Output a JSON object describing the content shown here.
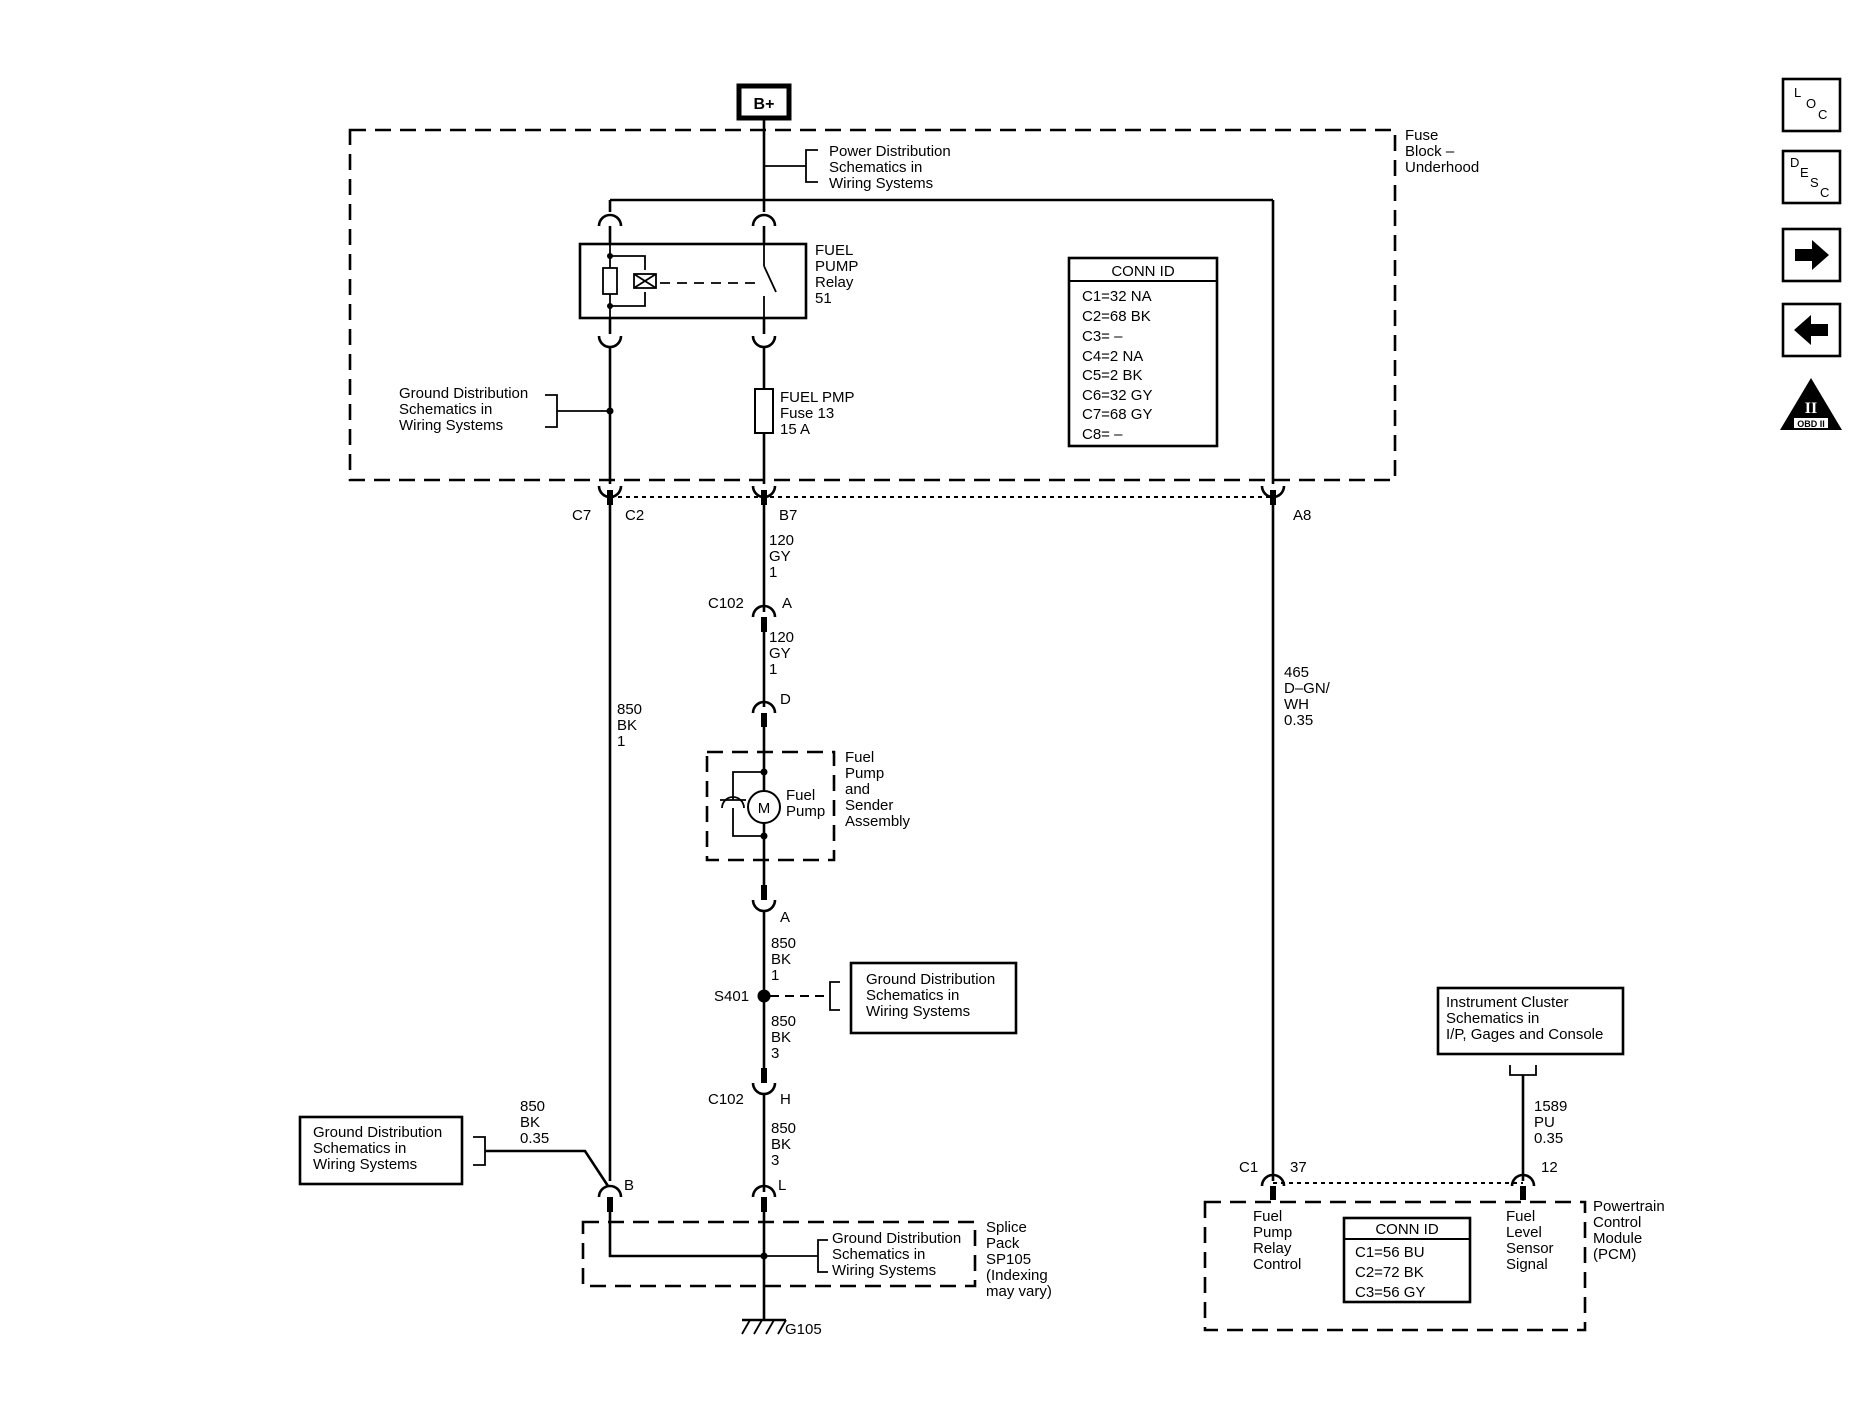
{
  "power_source": "B+",
  "fuse_block": {
    "label_lines": [
      "Fuse",
      "Block –",
      "Underhood"
    ],
    "power_dist_ref": [
      "Power Distribution",
      "Schematics in",
      "Wiring Systems"
    ],
    "ground_dist_ref": [
      "Ground Distribution",
      "Schematics in",
      "Wiring Systems"
    ],
    "relay": [
      "FUEL",
      "PUMP",
      "Relay",
      "51"
    ],
    "fuse": [
      "FUEL PMP",
      "Fuse 13",
      "15 A"
    ],
    "conn_id": {
      "title": "CONN ID",
      "rows": [
        "C1=32 NA",
        "C2=68 BK",
        "C3= –",
        "C4=2 NA",
        "C5=2 BK",
        "C6=32 GY",
        "C7=68 GY",
        "C8= –"
      ]
    },
    "pins": {
      "left_connector": "C7",
      "left_pin": "C2",
      "center": "B7",
      "right": "A8"
    }
  },
  "wires": {
    "fuse_out": [
      "120",
      "GY",
      "1"
    ],
    "c102_a_out": [
      "120",
      "GY",
      "1"
    ],
    "ground_left": [
      "850",
      "BK",
      "1"
    ],
    "relay_ctrl": [
      "465",
      "D–GN/",
      "WH",
      "0.35"
    ],
    "pump_out": [
      "850",
      "BK",
      "1"
    ],
    "s401_out": [
      "850",
      "BK",
      "3"
    ],
    "c102_h_out": [
      "850",
      "BK",
      "3"
    ],
    "ground_branch": [
      "850",
      "BK",
      "0.35"
    ],
    "cluster_signal": [
      "1589",
      "PU",
      "0.35"
    ]
  },
  "connectors": {
    "c102_top": {
      "name": "C102",
      "pin": "A"
    },
    "pump_in": {
      "pin": "D"
    },
    "pump_out": {
      "pin": "A"
    },
    "c102_bottom": {
      "name": "C102",
      "pin": "H"
    },
    "splice_left": {
      "pin": "B"
    },
    "splice_center": {
      "pin": "L"
    }
  },
  "fuel_pump_assembly": {
    "label": [
      "Fuel",
      "Pump",
      "and",
      "Sender",
      "Assembly"
    ],
    "motor_symbol": "M",
    "motor_label": [
      "Fuel",
      "Pump"
    ]
  },
  "splice_s401": {
    "name": "S401",
    "ground_ref": [
      "Ground Distribution",
      "Schematics in",
      "Wiring Systems"
    ]
  },
  "left_ground_ref": [
    "Ground Distribution",
    "Schematics in",
    "Wiring Systems"
  ],
  "splice_pack": {
    "label": [
      "Splice",
      "Pack",
      "SP105",
      "(Indexing",
      "may vary)"
    ],
    "ground_ref": [
      "Ground Distribution",
      "Schematics in",
      "Wiring Systems"
    ]
  },
  "ground": {
    "name": "G105"
  },
  "cluster_ref": [
    "Instrument Cluster",
    "Schematics in",
    "I/P, Gages and Console"
  ],
  "pcm": {
    "label": [
      "Powertrain",
      "Control",
      "Module",
      "(PCM)"
    ],
    "connector": "C1",
    "pin_relay": "37",
    "pin_fuel_level": "12",
    "relay_ctrl_label": [
      "Fuel",
      "Pump",
      "Relay",
      "Control"
    ],
    "fuel_level_label": [
      "Fuel",
      "Level",
      "Sensor",
      "Signal"
    ],
    "conn_id": {
      "title": "CONN ID",
      "rows": [
        "C1=56 BU",
        "C2=72 BK",
        "C3=56 GY"
      ]
    }
  },
  "nav_buttons": {
    "loc": [
      "L",
      "O",
      "C"
    ],
    "desc": [
      "D",
      "E",
      "S",
      "C"
    ],
    "obd_numeral": "II",
    "obd_text": "OBD II"
  }
}
